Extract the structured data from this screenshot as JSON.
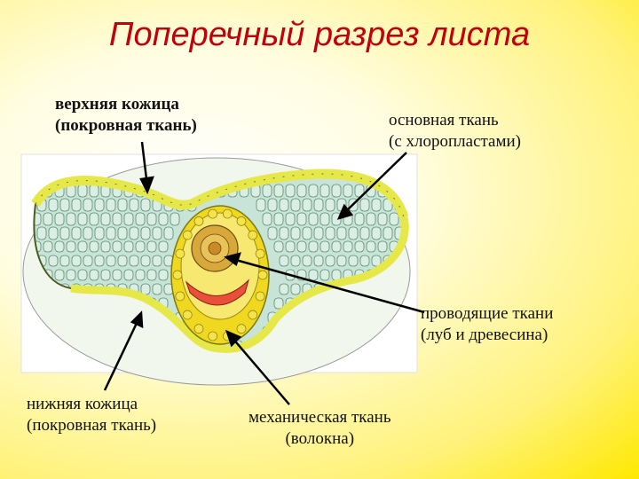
{
  "title": "Поперечный разрез листа",
  "labels": {
    "upper_epidermis": [
      "верхняя кожица",
      "(покровная ткань)"
    ],
    "ground_tissue": [
      "основная ткань",
      "(с хлоропластами)"
    ],
    "vascular_tissue": [
      "проводящие ткани",
      "(луб и древесина)"
    ],
    "lower_epidermis": [
      "нижняя кожица",
      "(покровная ткань)"
    ],
    "mechanical_tissue": [
      "механическая ткань",
      "(волокна)"
    ]
  },
  "colors": {
    "title": "#c0000c",
    "background": "#ffe800",
    "epidermis": "#e6e84a",
    "mesophyll_cell": "#dbeee6",
    "vascular": "#f0d820",
    "phloem": "#e8503a",
    "arrow": "#000000"
  }
}
